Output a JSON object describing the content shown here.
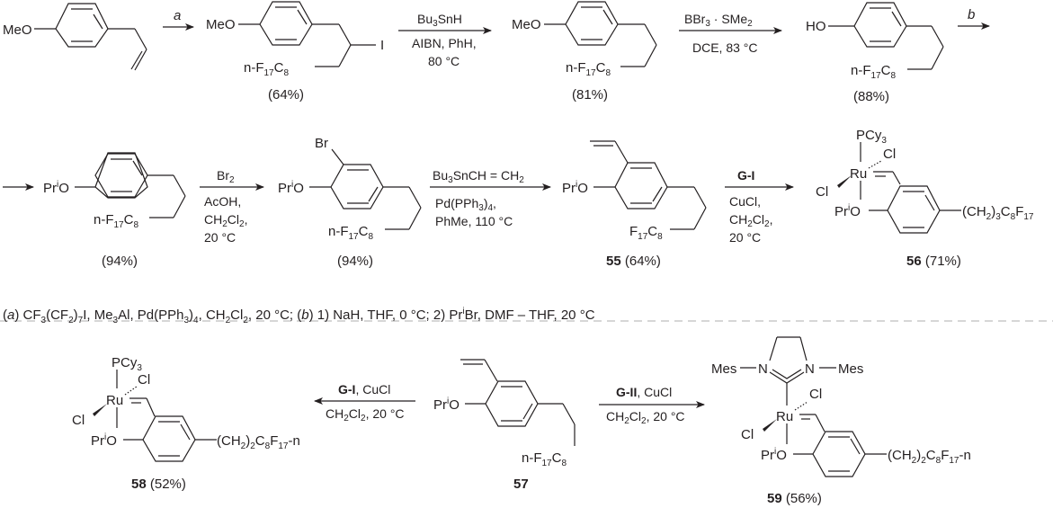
{
  "scheme": {
    "row1": {
      "start_substituent": "MeO",
      "step_a_label": "a",
      "int1": {
        "substituent": "MeO",
        "iodo": "I",
        "chain": "n-F17C8",
        "yield": "(64%)"
      },
      "step2": {
        "above": "Bu3SnH",
        "below_line1": "AIBN, PhH,",
        "below_line2": "80 °C"
      },
      "int2": {
        "substituent": "MeO",
        "chain": "n-F17C8",
        "yield": "(81%)"
      },
      "step3": {
        "above": "BBr3·SMe2",
        "below": "DCE, 83 °C"
      },
      "int3": {
        "substituent": "HO",
        "chain": "n-F17C8",
        "yield": "(88%)"
      },
      "step_b_label": "b"
    },
    "row2": {
      "int4": {
        "substituent": "PriO",
        "chain": "n-F17C8",
        "yield": "(94%)"
      },
      "step5": {
        "above": "Br2",
        "below_line1": "AcOH,",
        "below_line2": "CH2Cl2,",
        "below_line3": "20 °C"
      },
      "int5": {
        "bromo": "Br",
        "substituent": "PriO",
        "chain": "n-F17C8",
        "yield": "(94%)"
      },
      "step6": {
        "above": "Bu3SnCH = CH2",
        "below_line1": "Pd(PPh3)4,",
        "below_line2": "PhMe, 110 °C"
      },
      "cmpd55": {
        "substituent": "PriO",
        "chain": "F17C8",
        "number": "55",
        "yield": "(64%)"
      },
      "step7": {
        "above": "G-I",
        "below_line1": "CuCl,",
        "below_line2": "CH2Cl2,",
        "below_line3": "20 °C"
      },
      "cmpd56": {
        "ligand": "PCy3",
        "metal": "Ru",
        "cl_axial": "Cl",
        "cl_wedge": "Cl",
        "ether": "PriO",
        "chain": "(CH2)3C8F17",
        "number": "56",
        "yield": "(71%)"
      }
    },
    "footnote": {
      "a_label": "a",
      "a_text": "CF3(CF2)7I, Me3Al, Pd(PPh3)4, CH2Cl2, 20 °C;",
      "b_label": "b",
      "b_text": "1) NaH, THF, 0 °C; 2) PriBr, DMF – THF, 20 °C"
    },
    "row3": {
      "cmpd58": {
        "ligand": "PCy3",
        "metal": "Ru",
        "cl_axial": "Cl",
        "cl_wedge": "Cl",
        "ether": "PriO",
        "chain": "(CH2)2C8F17-n",
        "number": "58",
        "yield": "(52%)"
      },
      "left_arrow": {
        "catalyst": "G-I",
        "above_rest": ", CuCl",
        "below": "CH2Cl2, 20 °C"
      },
      "cmpd57": {
        "substituent": "PriO",
        "chain": "n-F17C8",
        "number": "57"
      },
      "right_arrow": {
        "catalyst": "G-II",
        "above_rest": ", CuCl",
        "below": "CH2Cl2, 20 °C"
      },
      "cmpd59": {
        "nhc_left": "Mes",
        "nhc_right": "Mes",
        "n_label": "N",
        "metal": "Ru",
        "cl_axial": "Cl",
        "cl_wedge": "Cl",
        "ether": "PriO",
        "chain": "(CH2)2C8F17-n",
        "number": "59",
        "yield": "(56%)"
      }
    }
  }
}
